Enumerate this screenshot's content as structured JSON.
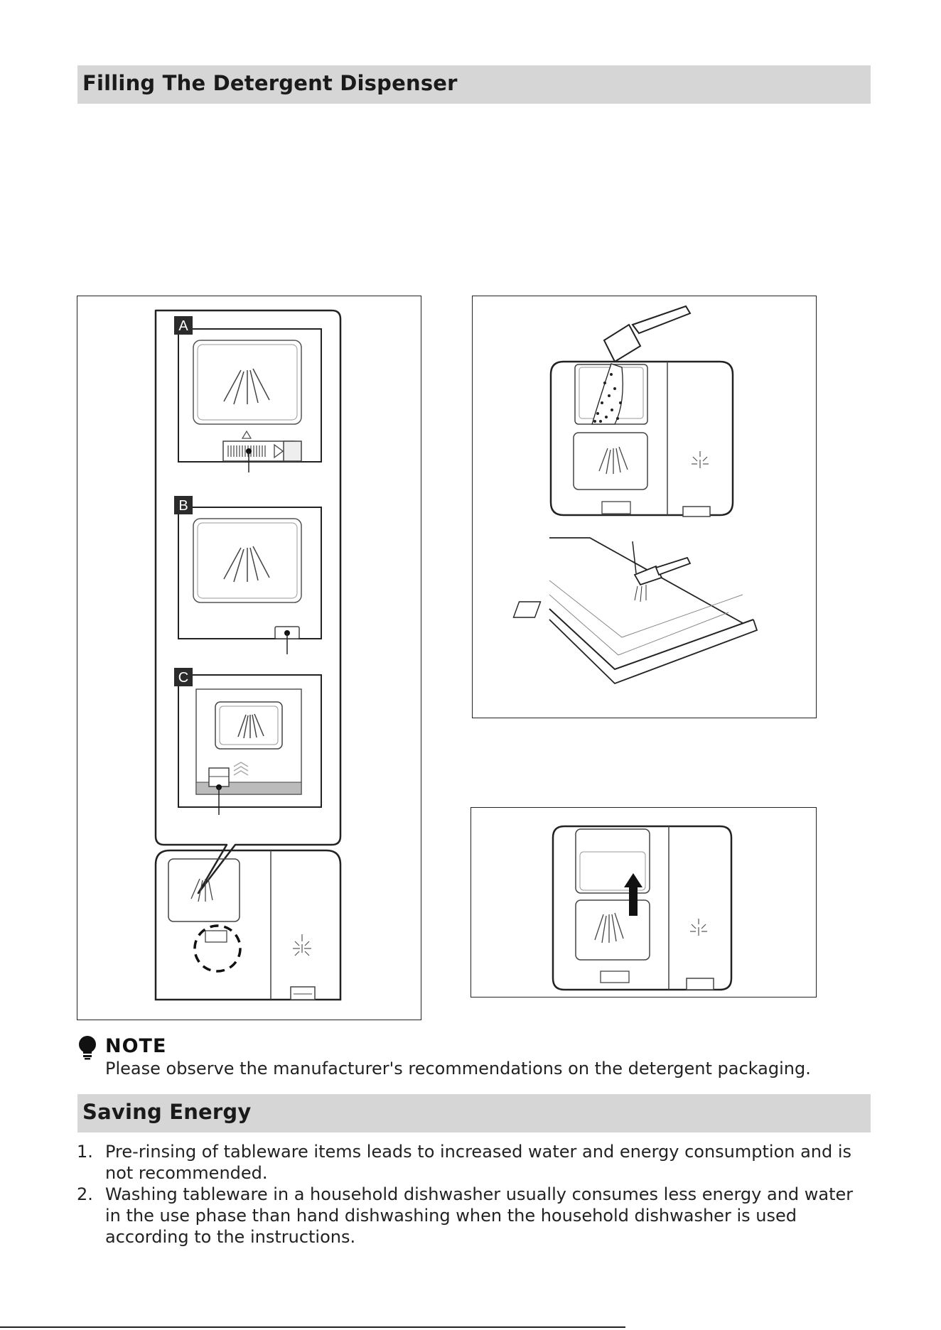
{
  "sections": {
    "detergent_title": "Filling The Detergent Dispenser",
    "energy_title": "Saving Energy"
  },
  "figure_left": {
    "labels": [
      "A",
      "B",
      "C"
    ]
  },
  "note": {
    "icon": "lightbulb-icon",
    "title": "NOTE",
    "text": "Please observe the manufacturer's recommendations on the detergent packaging."
  },
  "energy_items": [
    {
      "num": "1.",
      "text": "Pre-rinsing of tableware items leads to increased water and energy consumption and is not recommended."
    },
    {
      "num": "2.",
      "text": "Washing tableware in a household dishwasher usually consumes less energy and water in the use phase than hand dishwashing when the household dishwasher is used according to the instructions."
    }
  ]
}
